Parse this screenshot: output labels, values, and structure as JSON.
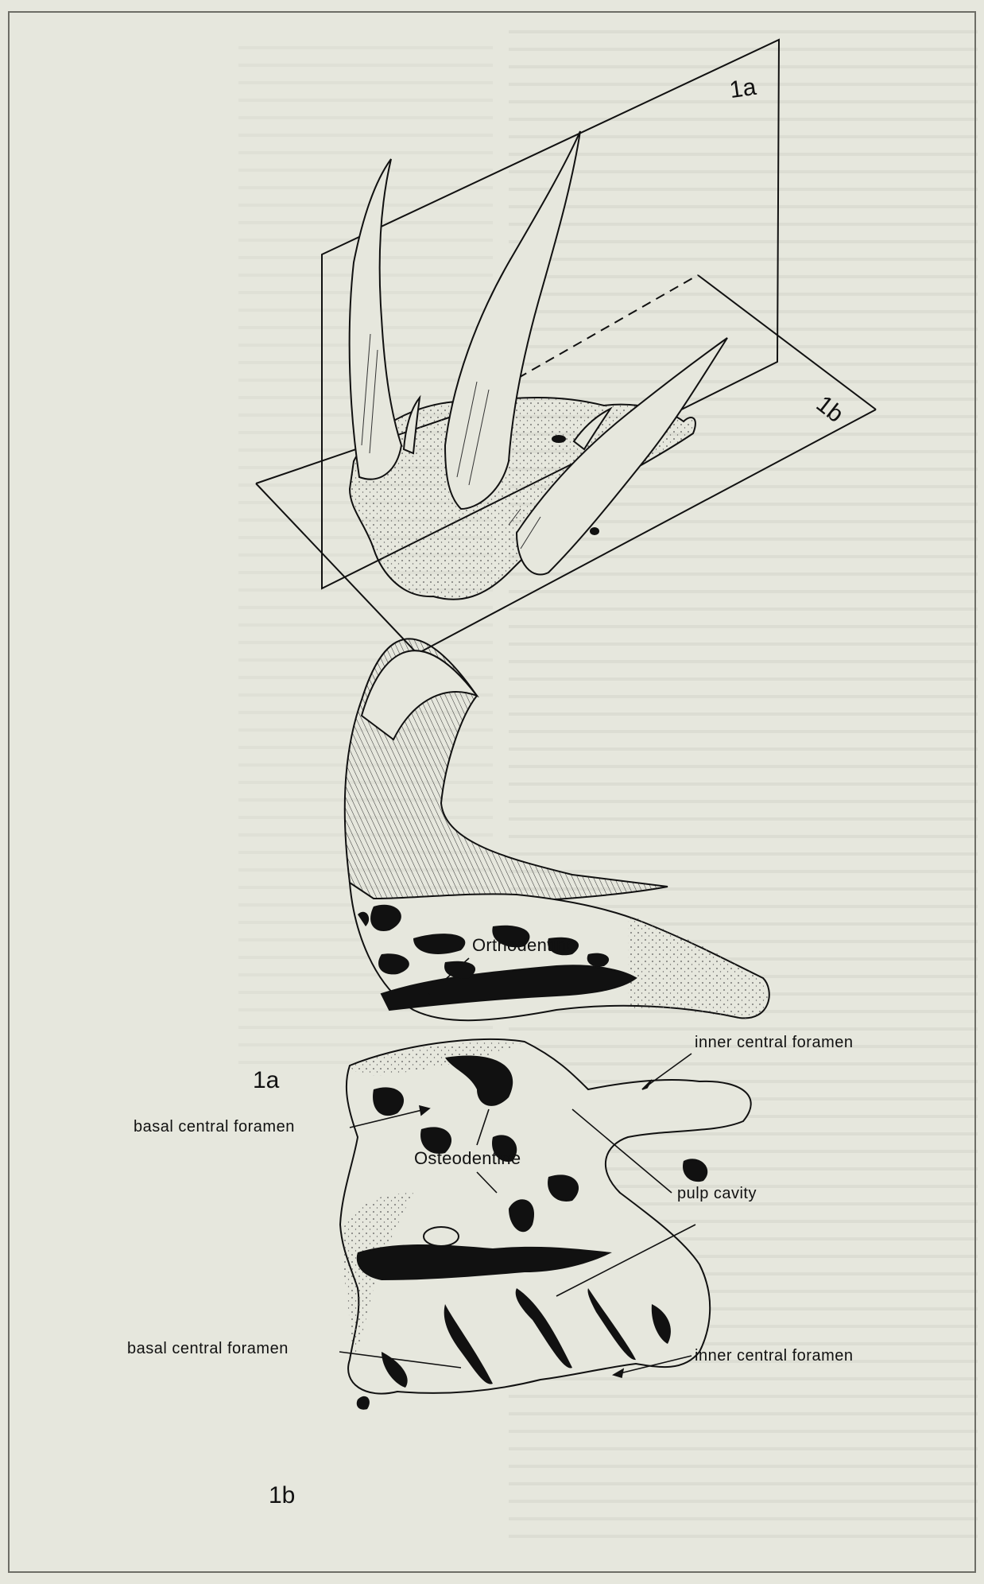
{
  "figure": {
    "plane_labels": {
      "a": "1a",
      "b": "1b"
    },
    "section_1a": {
      "panel_label": "1a",
      "labels": {
        "orthodentine": "Orthodentine",
        "inner_central_foramen": "inner central foramen",
        "basal_central_foramen": "basal central foramen",
        "osteodentine": "Osteodentine",
        "pulp_cavity": "pulp cavity"
      }
    },
    "section_1b": {
      "panel_label": "1b",
      "labels": {
        "basal_central_foramen": "basal central foramen",
        "inner_central_foramen": "inner central foramen"
      }
    }
  }
}
